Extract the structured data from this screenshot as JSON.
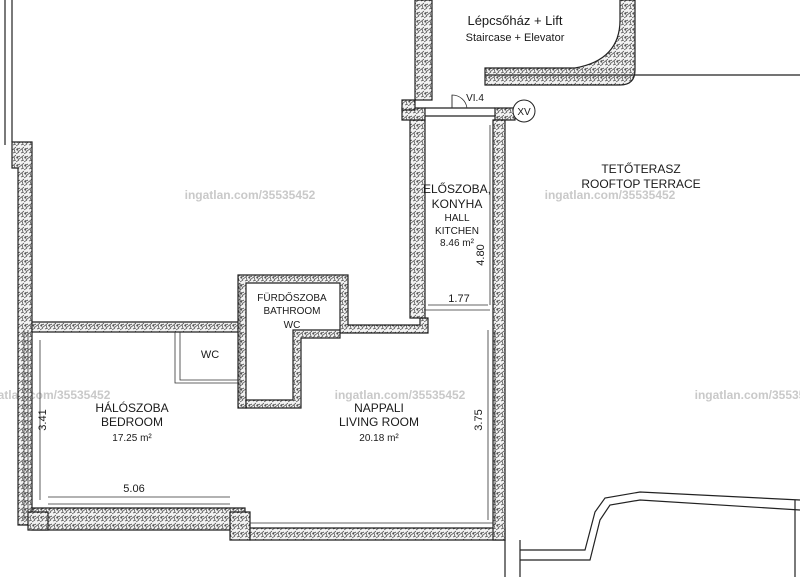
{
  "rooms": {
    "staircase": {
      "name_hu": "Lépcsőház + Lift",
      "name_en": "Staircase + Elevator"
    },
    "terrace": {
      "name_hu": "TETŐTERASZ",
      "name_en": "ROOFTOP TERRACE"
    },
    "hall": {
      "name_hu_1": "ELŐSZOBA,",
      "name_hu_2": "KONYHA",
      "name_en_1": "HALL",
      "name_en_2": "KITCHEN",
      "area": "8.46 m²"
    },
    "bathroom": {
      "name_hu": "FÜRDŐSZOBA",
      "name_en": "BATHROOM",
      "extra": "WC"
    },
    "wc": {
      "name": "WC"
    },
    "bedroom": {
      "name_hu": "HÁLÓSZOBA",
      "name_en": "BEDROOM",
      "area": "17.25 m²"
    },
    "living": {
      "name_hu": "NAPPALI",
      "name_en": "LIVING ROOM",
      "area": "20.18 m²"
    }
  },
  "dimensions": {
    "hall_height": "4.80",
    "hall_width": "1.77",
    "bedroom_height": "3.41",
    "bedroom_width": "5.06",
    "living_height": "3.75"
  },
  "markers": {
    "door_label": "VI.4",
    "circle_label": "XV"
  },
  "watermark": "ingatlan.com/35535452"
}
